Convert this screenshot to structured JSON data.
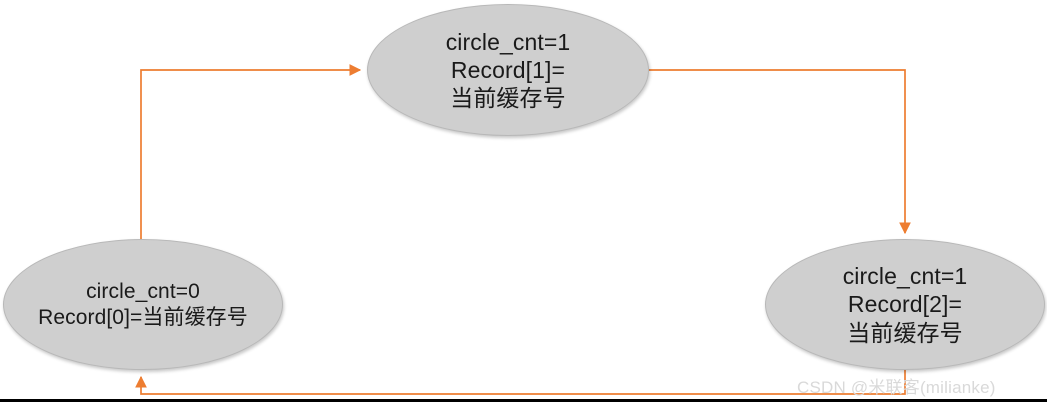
{
  "diagram": {
    "type": "state-cycle-flowchart",
    "background_color": "#ffffff",
    "node_fill_color": "#cfcfcf",
    "node_border_color": "#b8b8b8",
    "edge_color": "#ed7d31",
    "nodes": [
      {
        "id": "state0",
        "text": "circle_cnt=0\nRecord[0]=当前缓存号",
        "line1": "circle_cnt=0",
        "line2": "Record[0]=当",
        "line3": "前缓存号"
      },
      {
        "id": "state1",
        "text": "circle_cnt=1\nRecord[1]=\n当前缓存号",
        "line1": "circle_cnt=1",
        "line2": "Record[1]=",
        "line3": "当前缓存号"
      },
      {
        "id": "state2",
        "text": "circle_cnt=1\nRecord[2]=\n当前缓存号",
        "line1": "circle_cnt=1",
        "line2": "Record[2]=",
        "line3": "当前缓存号"
      }
    ],
    "edges": [
      {
        "id": "edge-state0-to-state1",
        "from": "state0",
        "to": "state1",
        "label": ""
      },
      {
        "id": "edge-state1-to-state2",
        "from": "state1",
        "to": "state2",
        "label": ""
      },
      {
        "id": "edge-state2-to-state0",
        "from": "state2",
        "to": "state0",
        "label": ""
      }
    ]
  },
  "watermark": {
    "text": "CSDN @米联客(milianke)",
    "color": "#d9d9d9"
  }
}
